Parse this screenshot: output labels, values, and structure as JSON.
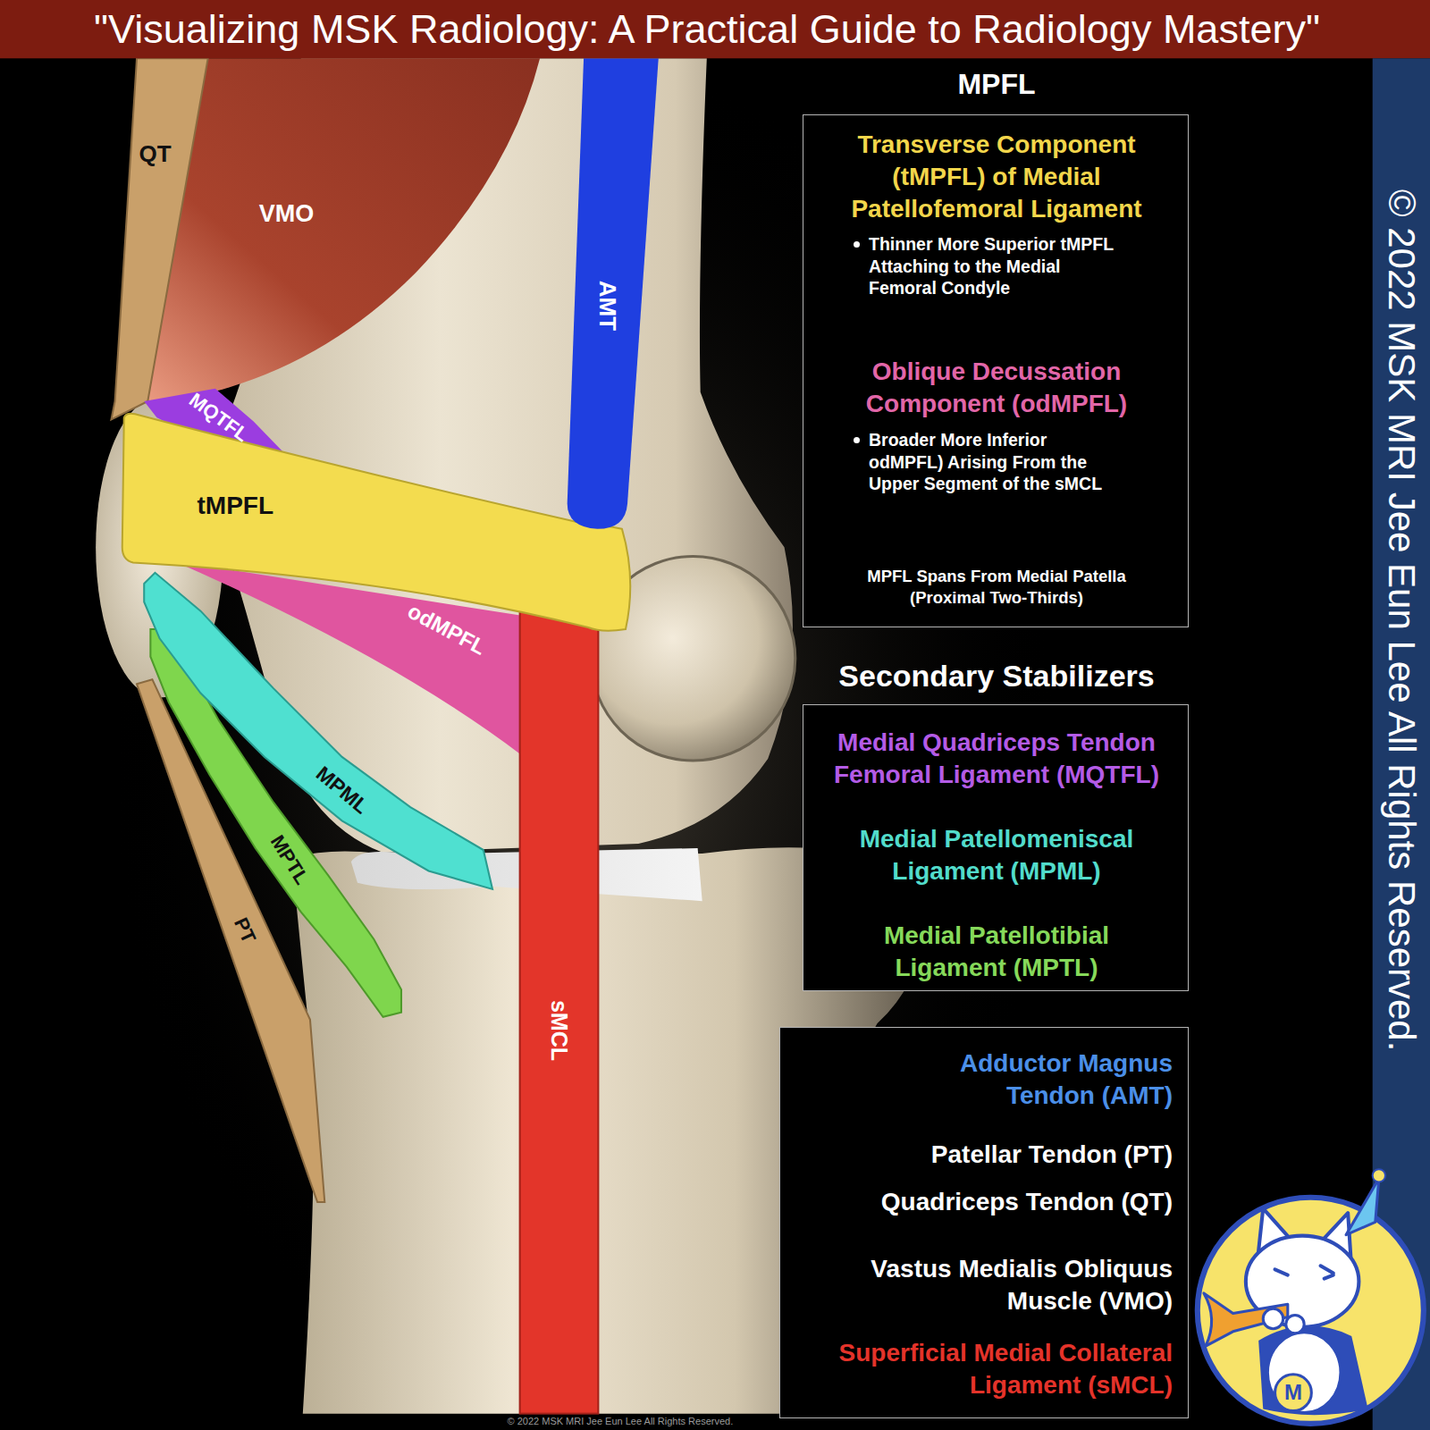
{
  "diagram": {
    "title": "\"Visualizing MSK Radiology: A Practical Guide to Radiology Mastery\"",
    "nodes": [
      {
        "text": [
          "MPFL",
          "Transverse Component (tMPFL) of Medial Patellofemoral Ligament",
          "Thinner More Superior tMPFL Attaching to the Medial Femoral Condyle",
          "Oblique Decussation Component (odMPFL)",
          "Broader More Inferior odMPFL) Arising From the Upper Segment of the sMCL",
          "MPFL Spans From Medial Patella (Proximal Two-Thirds)"
        ]
      },
      {
        "text": [
          "Secondary Stabilizers",
          "Medial Quadriceps Tendon Femoral Ligament (MQTFL)",
          "Medial Patellomeniscal Ligament (MPML)",
          "Medial Patellotibial Ligament (MPTL)"
        ]
      },
      {
        "text": [
          "Adductor Magnus Tendon (AMT)",
          "Patellar Tendon (PT)",
          "Quadriceps Tendon (QT)",
          "Vastus Medialis Obliquus Muscle (VMO)",
          "Superficial Medial Collateral Ligament (sMCL)"
        ]
      }
    ],
    "labels": [
      "QT",
      "VMO",
      "AMT",
      "MQTFL",
      "tMPFL",
      "odMPFL",
      "MPML",
      "MPTL",
      "PT",
      "sMCL",
      "© 2022 MSK MRI Jee Eun Lee All Rights Reserved.",
      "© 2022 MSK MRI Jee Eun Lee All Rights Reserved.",
      "M"
    ]
  }
}
